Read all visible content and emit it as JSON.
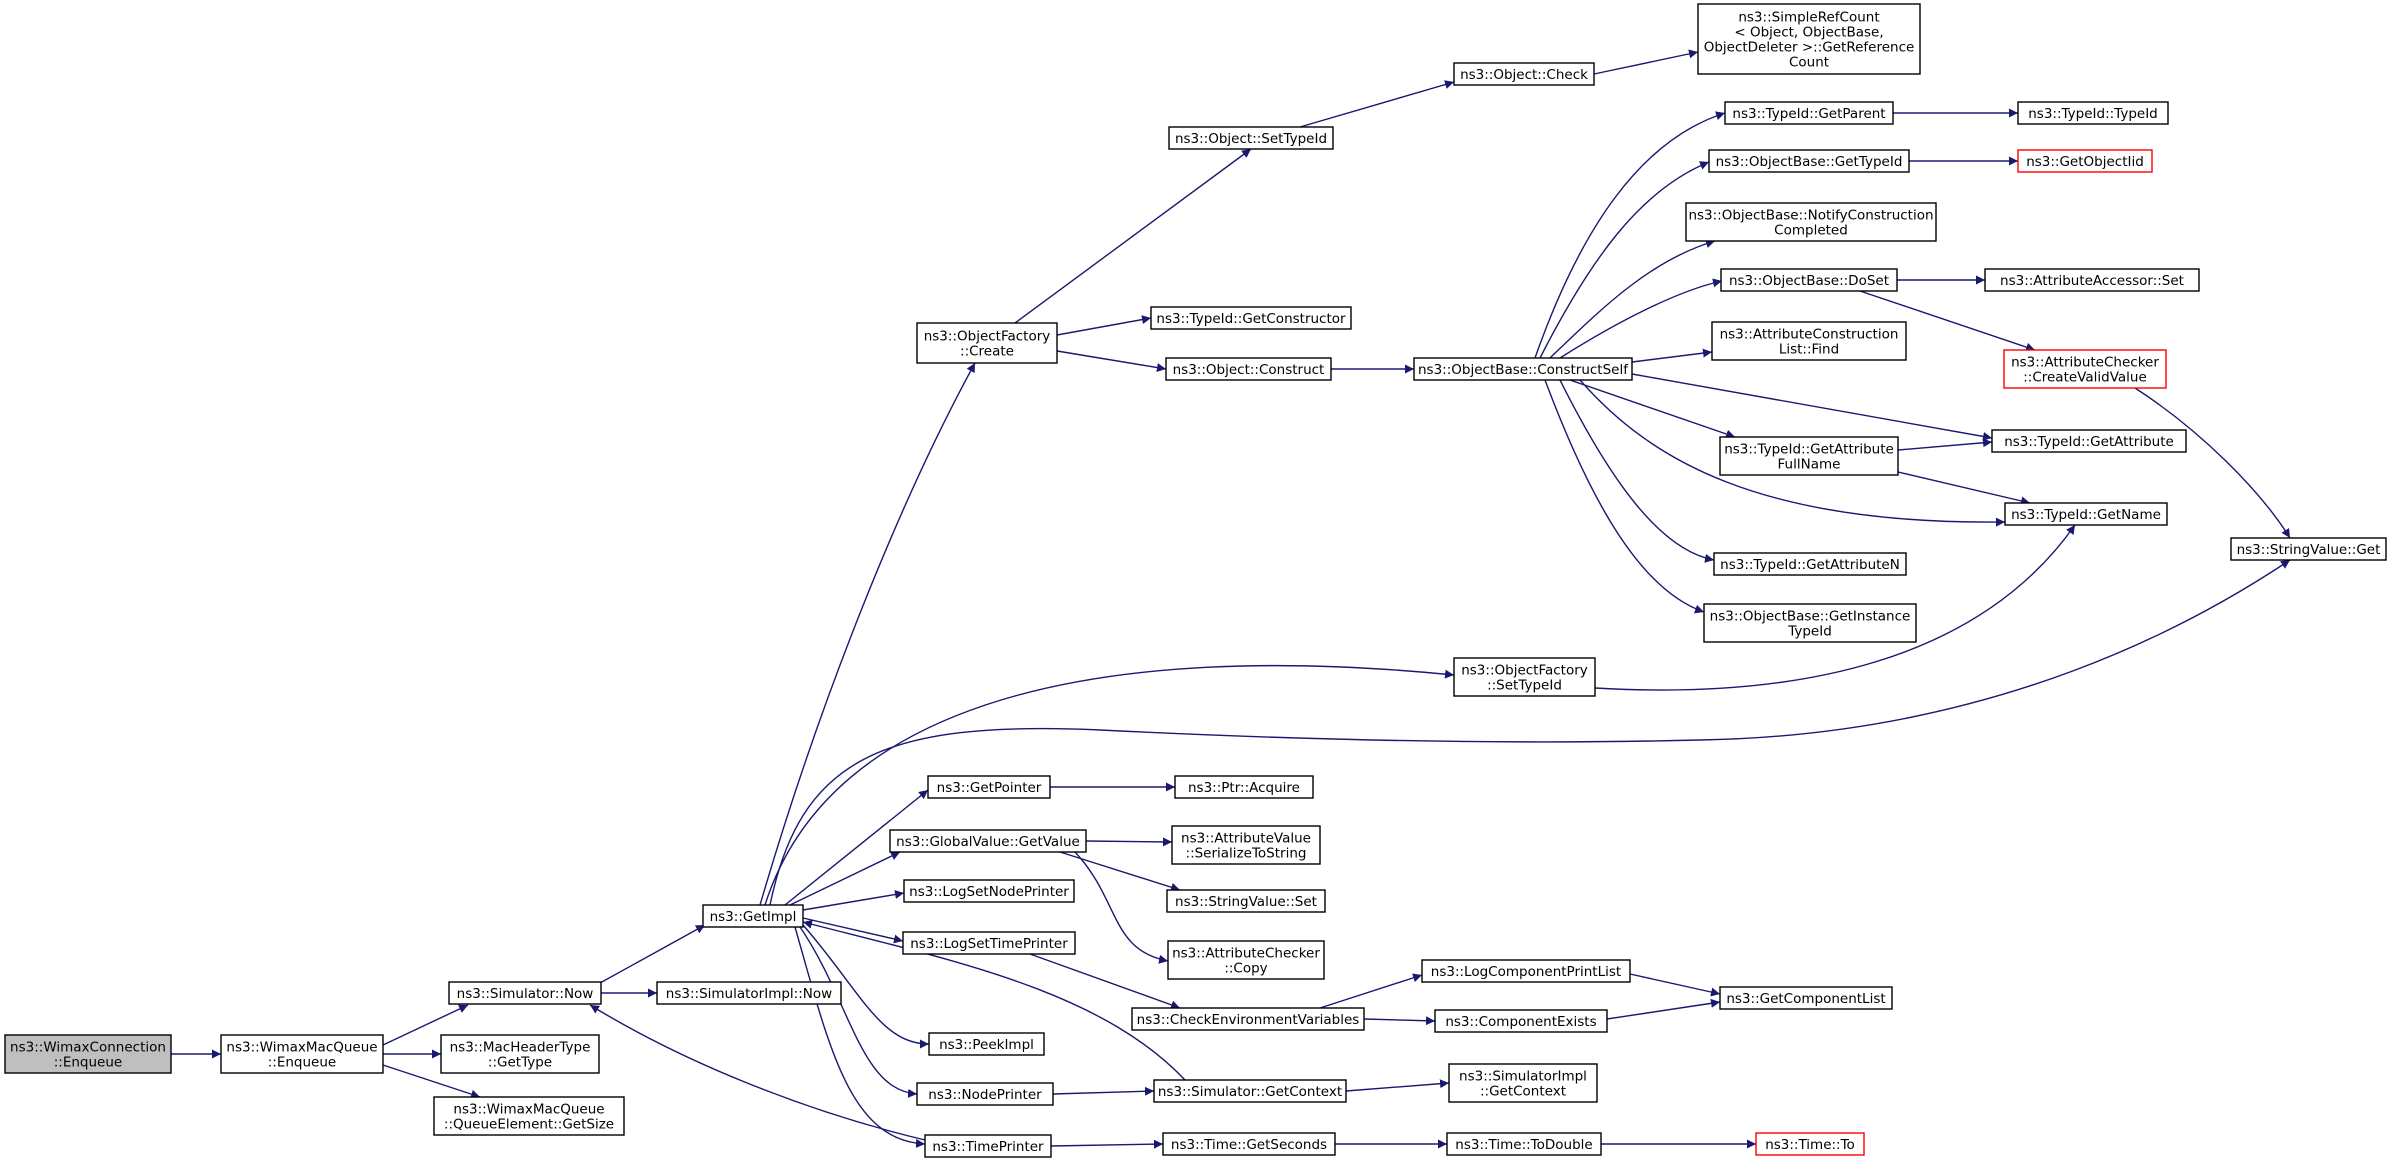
{
  "diagram": {
    "edge_color": "#191970",
    "root_fill": "#bfbfbf",
    "nodes": [
      {
        "id": "n0",
        "lines": [
          "ns3::WimaxConnection",
          "::Enqueue"
        ],
        "root": true
      },
      {
        "id": "n1",
        "lines": [
          "ns3::WimaxMacQueue",
          "::Enqueue"
        ]
      },
      {
        "id": "n2",
        "lines": [
          "ns3::Simulator::Now"
        ]
      },
      {
        "id": "n3",
        "lines": [
          "ns3::MacHeaderType",
          "::GetType"
        ]
      },
      {
        "id": "n4",
        "lines": [
          "ns3::WimaxMacQueue",
          "::QueueElement::GetSize"
        ]
      },
      {
        "id": "n5",
        "lines": [
          "ns3::GetImpl"
        ]
      },
      {
        "id": "n6",
        "lines": [
          "ns3::SimulatorImpl::Now"
        ]
      },
      {
        "id": "n7",
        "lines": [
          "ns3::ObjectFactory",
          "::Create"
        ]
      },
      {
        "id": "n8",
        "lines": [
          "ns3::ObjectFactory",
          "::SetTypeId"
        ]
      },
      {
        "id": "n9",
        "lines": [
          "ns3::GetPointer"
        ]
      },
      {
        "id": "n10",
        "lines": [
          "ns3::GlobalValue::GetValue"
        ]
      },
      {
        "id": "n11",
        "lines": [
          "ns3::LogSetNodePrinter"
        ]
      },
      {
        "id": "n12",
        "lines": [
          "ns3::LogSetTimePrinter"
        ]
      },
      {
        "id": "n13",
        "lines": [
          "ns3::PeekImpl"
        ]
      },
      {
        "id": "n14",
        "lines": [
          "ns3::NodePrinter"
        ]
      },
      {
        "id": "n15",
        "lines": [
          "ns3::TimePrinter"
        ]
      },
      {
        "id": "n16",
        "lines": [
          "ns3::Object::SetTypeId"
        ]
      },
      {
        "id": "n17",
        "lines": [
          "ns3::TypeId::GetConstructor"
        ]
      },
      {
        "id": "n18",
        "lines": [
          "ns3::Object::Construct"
        ]
      },
      {
        "id": "n19",
        "lines": [
          "ns3::Object::Check"
        ]
      },
      {
        "id": "n20",
        "lines": [
          "ns3::SimpleRefCount",
          "< Object, ObjectBase,",
          "ObjectDeleter >::GetReference",
          "Count"
        ]
      },
      {
        "id": "n21",
        "lines": [
          "ns3::ObjectBase::ConstructSelf"
        ]
      },
      {
        "id": "n22",
        "lines": [
          "ns3::TypeId::GetParent"
        ]
      },
      {
        "id": "n23",
        "lines": [
          "ns3::ObjectBase::GetTypeId"
        ]
      },
      {
        "id": "n24",
        "lines": [
          "ns3::ObjectBase::NotifyConstruction",
          "Completed"
        ]
      },
      {
        "id": "n25",
        "lines": [
          "ns3::ObjectBase::DoSet"
        ]
      },
      {
        "id": "n26",
        "lines": [
          "ns3::AttributeConstruction",
          "List::Find"
        ]
      },
      {
        "id": "n27",
        "lines": [
          "ns3::TypeId::GetAttribute",
          "FullName"
        ]
      },
      {
        "id": "n28",
        "lines": [
          "ns3::TypeId::GetAttributeN"
        ]
      },
      {
        "id": "n29",
        "lines": [
          "ns3::ObjectBase::GetInstance",
          "TypeId"
        ]
      },
      {
        "id": "n30",
        "lines": [
          "ns3::TypeId::TypeId"
        ]
      },
      {
        "id": "n31",
        "lines": [
          "ns3::GetObjectIid"
        ],
        "red": true
      },
      {
        "id": "n32",
        "lines": [
          "ns3::AttributeAccessor::Set"
        ]
      },
      {
        "id": "n33",
        "lines": [
          "ns3::AttributeChecker",
          "::CreateValidValue"
        ],
        "red": true
      },
      {
        "id": "n34",
        "lines": [
          "ns3::TypeId::GetAttribute"
        ]
      },
      {
        "id": "n35",
        "lines": [
          "ns3::TypeId::GetName"
        ]
      },
      {
        "id": "n36",
        "lines": [
          "ns3::StringValue::Get"
        ]
      },
      {
        "id": "n37",
        "lines": [
          "ns3::Ptr::Acquire"
        ]
      },
      {
        "id": "n38",
        "lines": [
          "ns3::AttributeValue",
          "::SerializeToString"
        ]
      },
      {
        "id": "n39",
        "lines": [
          "ns3::StringValue::Set"
        ]
      },
      {
        "id": "n40",
        "lines": [
          "ns3::AttributeChecker",
          "::Copy"
        ]
      },
      {
        "id": "n41",
        "lines": [
          "ns3::CheckEnvironmentVariables"
        ]
      },
      {
        "id": "n42",
        "lines": [
          "ns3::LogComponentPrintList"
        ]
      },
      {
        "id": "n43",
        "lines": [
          "ns3::ComponentExists"
        ]
      },
      {
        "id": "n44",
        "lines": [
          "ns3::GetComponentList"
        ]
      },
      {
        "id": "n45",
        "lines": [
          "ns3::Simulator::GetContext"
        ]
      },
      {
        "id": "n46",
        "lines": [
          "ns3::SimulatorImpl",
          "::GetContext"
        ]
      },
      {
        "id": "n47",
        "lines": [
          "ns3::Time::GetSeconds"
        ]
      },
      {
        "id": "n48",
        "lines": [
          "ns3::Time::ToDouble"
        ]
      },
      {
        "id": "n49",
        "lines": [
          "ns3::Time::To"
        ],
        "red": true
      }
    ]
  }
}
